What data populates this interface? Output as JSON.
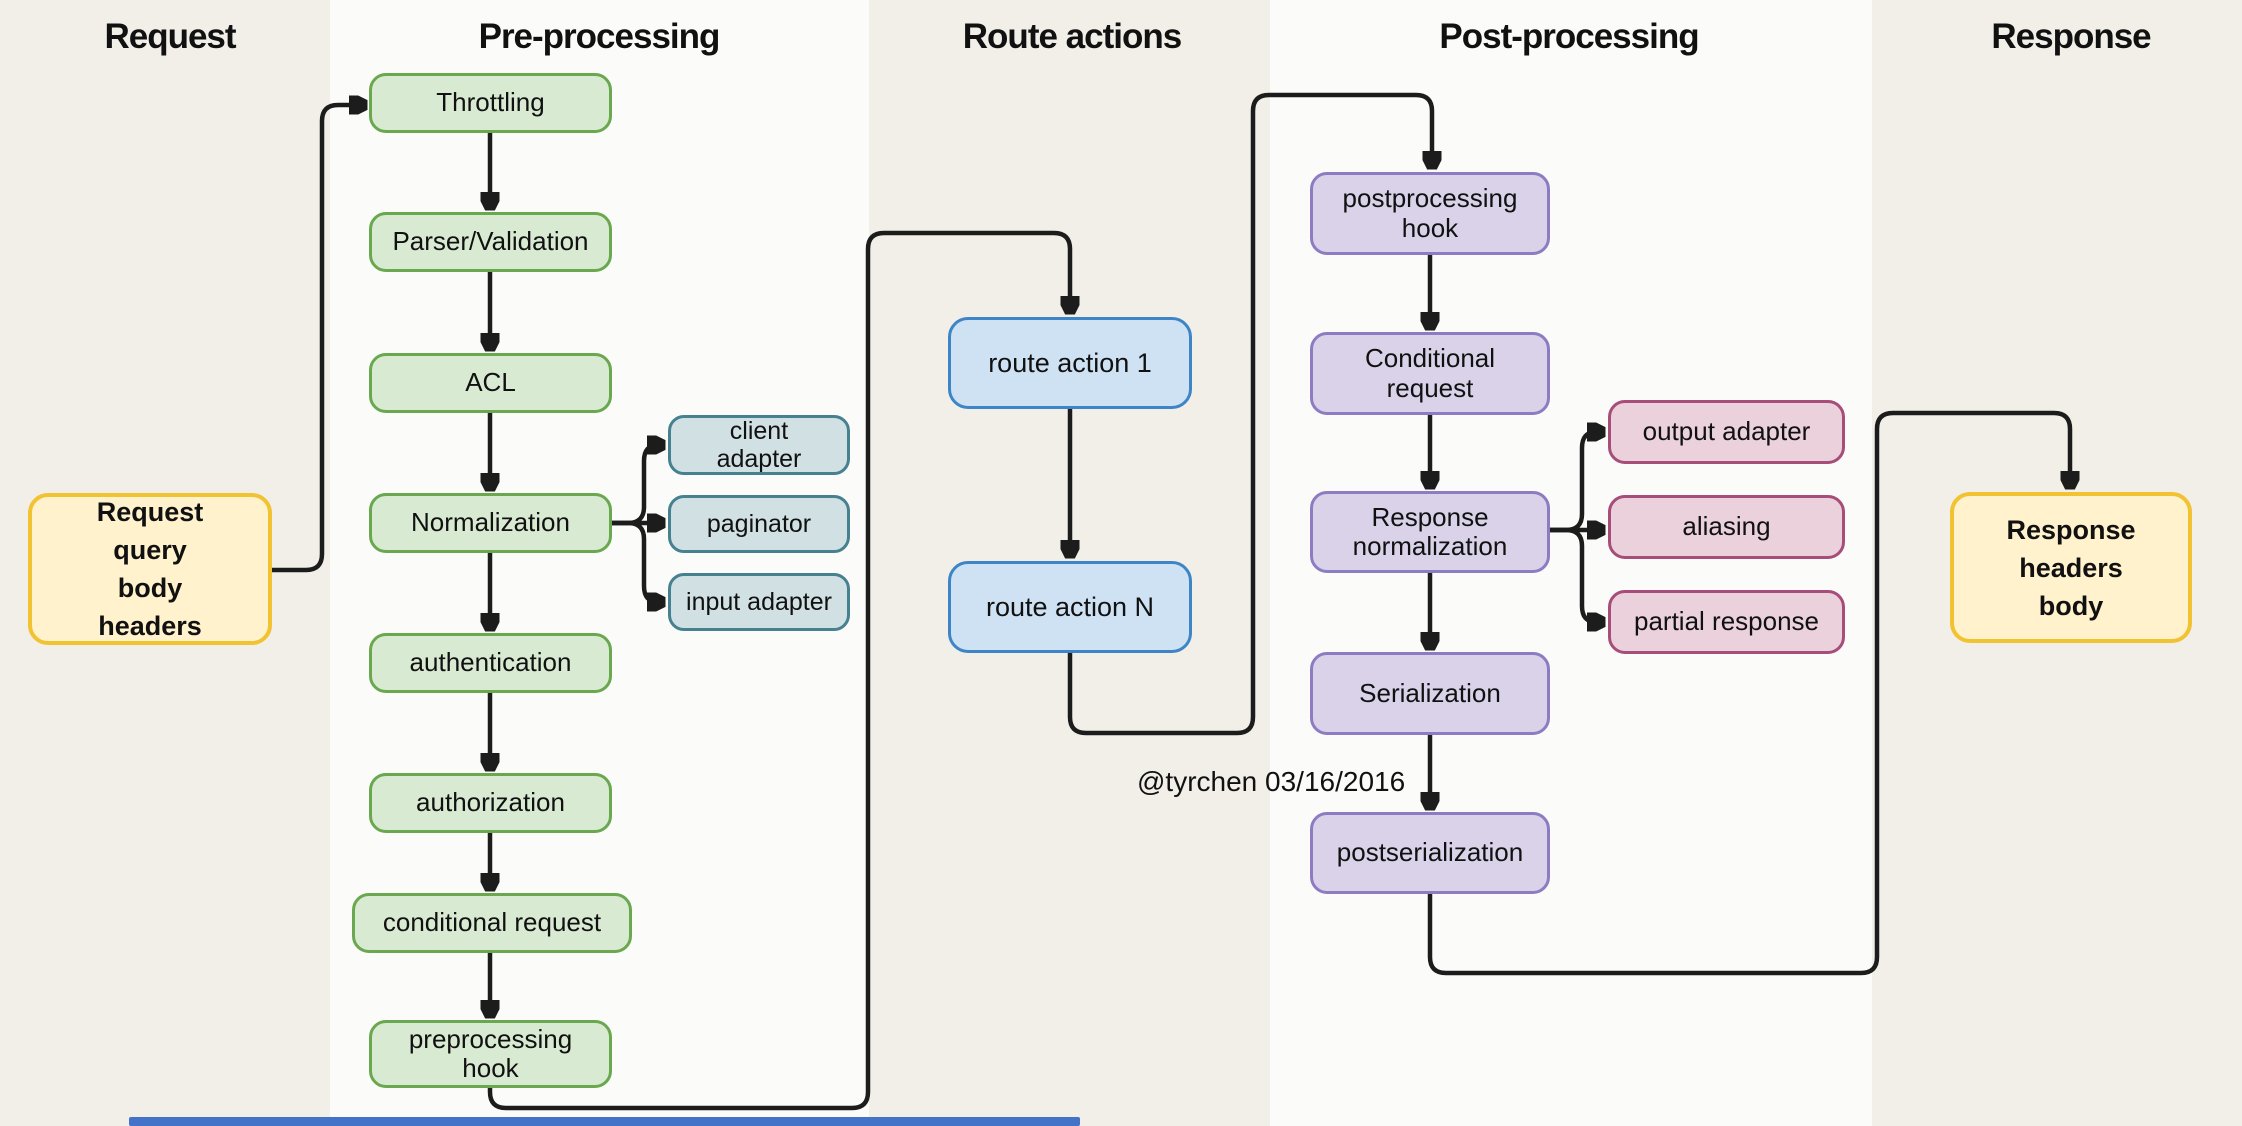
{
  "headers": [
    {
      "label": "Request"
    },
    {
      "label": "Pre-processing"
    },
    {
      "label": "Route actions"
    },
    {
      "label": "Post-processing"
    },
    {
      "label": "Response"
    }
  ],
  "nodes": {
    "request": {
      "label": "Request\nquery\nbody\nheaders"
    },
    "throttling": {
      "label": "Throttling"
    },
    "parser_validation": {
      "label": "Parser/Validation"
    },
    "acl": {
      "label": "ACL"
    },
    "normalization": {
      "label": "Normalization"
    },
    "authentication": {
      "label": "authentication"
    },
    "authorization": {
      "label": "authorization"
    },
    "conditional_request_pre": {
      "label": "conditional request"
    },
    "preprocessing_hook": {
      "label": "preprocessing\nhook"
    },
    "client_adapter": {
      "label": "client\nadapter"
    },
    "paginator": {
      "label": "paginator"
    },
    "input_adapter": {
      "label": "input adapter"
    },
    "route_action_1": {
      "label": "route action 1"
    },
    "route_action_n": {
      "label": "route action N"
    },
    "postprocessing_hook": {
      "label": "postprocessing\nhook"
    },
    "conditional_request_post": {
      "label": "Conditional\nrequest"
    },
    "response_normalization": {
      "label": "Response\nnormalization"
    },
    "serialization": {
      "label": "Serialization"
    },
    "postserialization": {
      "label": "postserialization"
    },
    "output_adapter": {
      "label": "output adapter"
    },
    "aliasing": {
      "label": "aliasing"
    },
    "partial_response": {
      "label": "partial response"
    },
    "response": {
      "label": "Response\nheaders\nbody"
    }
  },
  "attribution": "@tyrchen 03/16/2016",
  "palette": {
    "band_light": "#fbfbfa",
    "band_beige": "#f1efe8",
    "green_fill": "#d9ead3",
    "green_border": "#6aa84f",
    "teal_fill": "#d0e0e3",
    "teal_border": "#45818e",
    "blue_fill": "#cfe2f3",
    "blue_border": "#3d85c6",
    "purple_fill": "#d9d2e9",
    "purple_border": "#8e7cc3",
    "pink_fill": "#ead1dc",
    "pink_border": "#a64d79",
    "yellow_fill": "#fff2cc",
    "yellow_border": "#f1c232",
    "line": "#1c1c1c",
    "bottom_bar": "#4273c8"
  }
}
